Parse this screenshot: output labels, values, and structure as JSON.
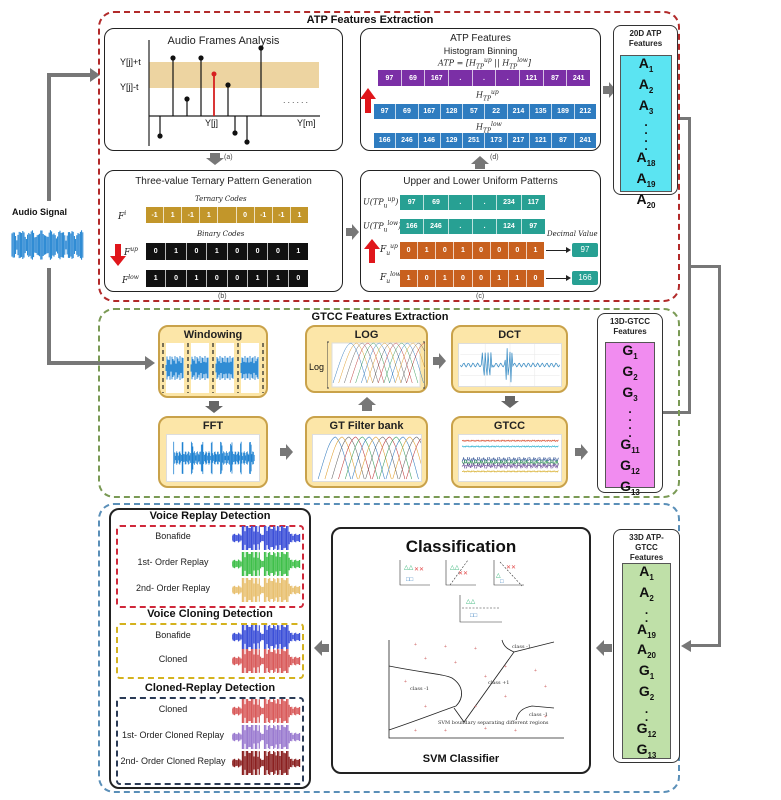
{
  "audio_signal": {
    "label": "Audio Signal"
  },
  "atp_section": {
    "title": "ATP Features Extraction",
    "frames_panel": {
      "title": "Audio Frames Analysis",
      "y_upper": "Y[j]+t",
      "y_lower": "Y[j]-t",
      "center_label": "Y[j]",
      "end_label": "Y[m]",
      "dots": "......",
      "caption": "(a)"
    },
    "ternary_panel": {
      "title": "Three-value Ternary Pattern Generation",
      "ternary_heading": "Ternary Codes",
      "binary_heading": "Binary Codes",
      "f_i_label": "F",
      "f_i_sup": "i",
      "f_up_label": "F",
      "f_up_sup": "up",
      "f_low_label": "F",
      "f_low_sup": "low",
      "ternary_codes": [
        "-1",
        "1",
        "-1",
        "1",
        "",
        "0",
        "-1",
        "-1",
        "1"
      ],
      "up_codes": [
        "0",
        "1",
        "0",
        "1",
        "0",
        "0",
        "0",
        "1"
      ],
      "low_codes": [
        "1",
        "0",
        "1",
        "0",
        "0",
        "1",
        "1",
        "0"
      ],
      "caption": "(b)"
    },
    "uniform_panel": {
      "title": "Upper and Lower Uniform Patterns",
      "u_up_label": "U(TP",
      "u_up_sup": "up",
      "u_up_sub": "u",
      "u_low_label": "U(TP",
      "u_low_sup": "low",
      "u_low_sub": "u",
      "u_up_values": [
        "97",
        "69",
        ".",
        ".",
        "234",
        "117"
      ],
      "u_low_values": [
        "166",
        "246",
        ".",
        ".",
        "124",
        "97"
      ],
      "fu_up_label": "F",
      "fu_up_sup": "up",
      "fu_up_sub": "u",
      "fu_low_label": "F",
      "fu_low_sup": "low",
      "fu_low_sub": "u",
      "fu_up_codes": [
        "0",
        "1",
        "0",
        "1",
        "0",
        "0",
        "0",
        "1"
      ],
      "fu_low_codes": [
        "1",
        "0",
        "1",
        "0",
        "0",
        "1",
        "1",
        "0"
      ],
      "decimal_heading": "Decimal Value",
      "decimal_up": "97",
      "decimal_low": "166",
      "caption": "(c)"
    },
    "atp_panel": {
      "title": "ATP Features",
      "subtitle": "Histogram Binning",
      "formula": "ATP = [H",
      "formula_rest": "]",
      "atp_values": [
        "97",
        "69",
        "167",
        ".",
        ".",
        ".",
        "121",
        "87",
        "241"
      ],
      "h_up_label": "H",
      "h_up_sup": "up",
      "h_up_sub": "TP",
      "h_up_values": [
        "97",
        "69",
        "167",
        "128",
        "57",
        "22",
        "214",
        "135",
        "189",
        "212"
      ],
      "h_low_label": "H",
      "h_low_sup": "low",
      "h_low_sub": "TP",
      "h_low_values": [
        "166",
        "246",
        "146",
        "129",
        "251",
        "173",
        "217",
        "121",
        "87",
        "241"
      ],
      "caption": "(d)"
    },
    "features_box": {
      "title_line1": "20D ATP",
      "title_line2": "Features",
      "items_top": [
        {
          "base": "A",
          "sub": "1"
        },
        {
          "base": "A",
          "sub": "2"
        },
        {
          "base": "A",
          "sub": "3"
        }
      ],
      "items_bottom": [
        {
          "base": "A",
          "sub": "18"
        },
        {
          "base": "A",
          "sub": "19"
        },
        {
          "base": "A",
          "sub": "20"
        }
      ]
    }
  },
  "gtcc_section": {
    "title": "GTCC Features Extraction",
    "windowing": "Windowing",
    "fft": "FFT",
    "log": "LOG",
    "log_side": "Log",
    "gt_filter": "GT Filter bank",
    "dct": "DCT",
    "gtcc": "GTCC",
    "features_box": {
      "title_line1": "13D-GTCC",
      "title_line2": "Features",
      "items_top": [
        {
          "base": "G",
          "sub": "1"
        },
        {
          "base": "G",
          "sub": "2"
        },
        {
          "base": "G",
          "sub": "3"
        }
      ],
      "items_bottom": [
        {
          "base": "G",
          "sub": "11"
        },
        {
          "base": "G",
          "sub": "12"
        },
        {
          "base": "G",
          "sub": "13"
        }
      ]
    }
  },
  "classification_section": {
    "voice_replay": {
      "title": "Voice Replay Detection",
      "items": [
        "Bonafide",
        "1st- Order Replay",
        "2nd- Order Replay"
      ]
    },
    "voice_cloning": {
      "title": "Voice Cloning Detection",
      "items": [
        "Bonafide",
        "Cloned"
      ]
    },
    "cloned_replay": {
      "title": "Cloned-Replay Detection",
      "items": [
        "Cloned",
        "1st- Order Cloned Replay",
        "2nd- Order Cloned Replay"
      ]
    },
    "classification_panel": {
      "title": "Classification",
      "svm_label": "SVM Classifier",
      "class_neg": "class -1",
      "class_pos": "class +1",
      "boundary_note": "SVM boundary separating different regions"
    },
    "features_box": {
      "title_line1": "33D ATP-",
      "title_line2": "GTCC",
      "title_line3": "Features",
      "items": [
        {
          "base": "A",
          "sub": "1"
        },
        {
          "base": "A",
          "sub": "2"
        },
        {
          "base": "·",
          "sub": ""
        },
        {
          "base": "A",
          "sub": "19"
        },
        {
          "base": "A",
          "sub": "20"
        },
        {
          "base": "G",
          "sub": "1"
        },
        {
          "base": "G",
          "sub": "2"
        },
        {
          "base": "·",
          "sub": ""
        },
        {
          "base": "G",
          "sub": "12"
        },
        {
          "base": "G",
          "sub": "13"
        }
      ]
    }
  },
  "colors": {
    "ternary": "#c2962a",
    "binary": "#111111",
    "atp_purple": "#7b2fa6",
    "hist_blue": "#2e7cc0",
    "uniform_teal": "#27a093",
    "uniform_orange": "#c8601e",
    "atp_feature_fill": "#5be4f2",
    "gtcc_feature_fill": "#f18cf0",
    "combined_feature_fill": "#bfe0a8",
    "red_arrow": "#e0161b"
  }
}
